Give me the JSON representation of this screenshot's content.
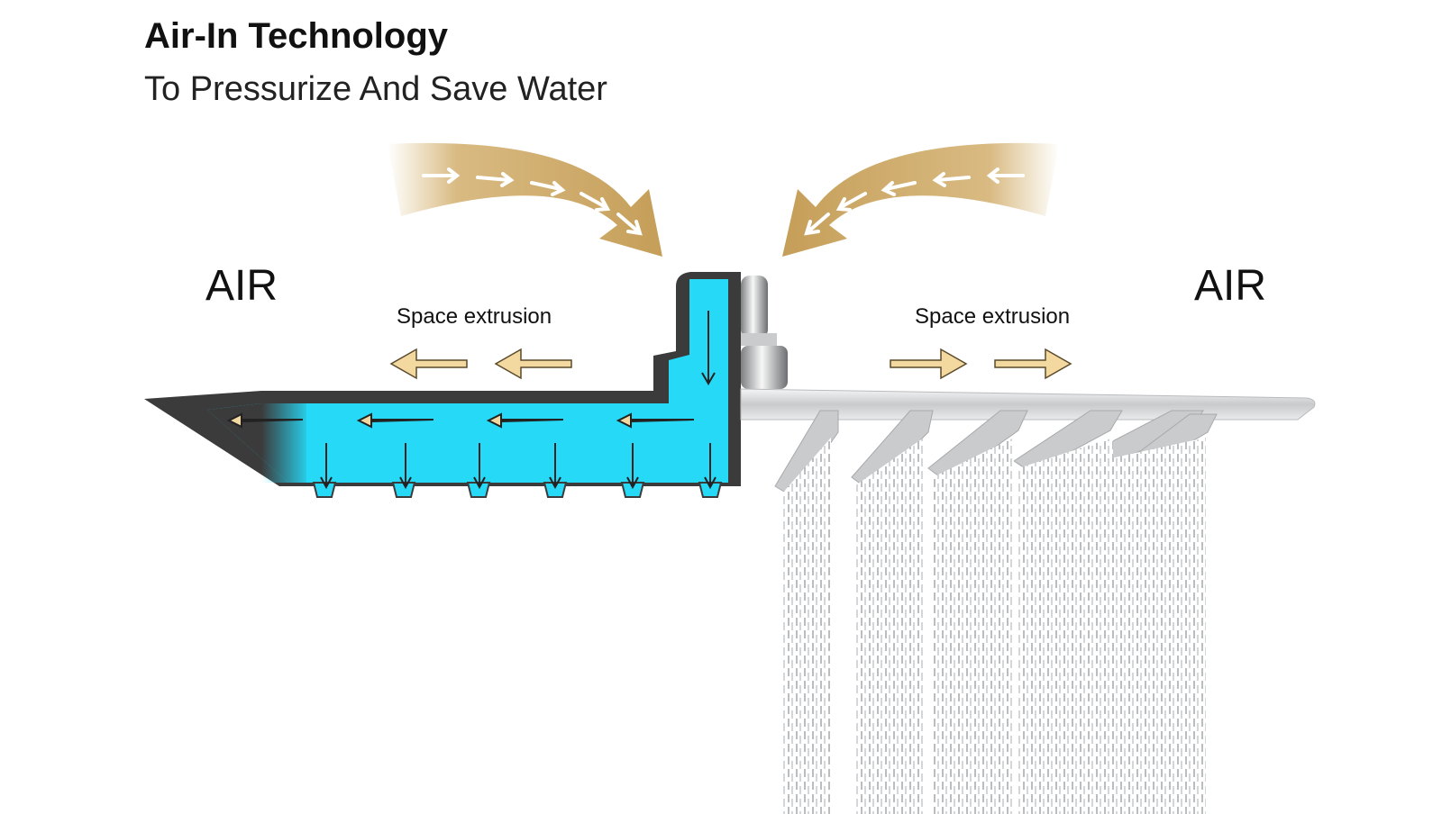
{
  "title": "Air-In Technology",
  "subtitle": "To Pressurize And Save Water",
  "air_left": "AIR",
  "air_right": "AIR",
  "extrusion_left": "Space extrusion",
  "extrusion_right": "Space extrusion",
  "colors": {
    "water": "#26d9f7",
    "gold": "#c9a35e",
    "gold_light": "#f3d9a0",
    "metal_dark": "#3a3a3a",
    "chrome": "#d8dadc"
  }
}
